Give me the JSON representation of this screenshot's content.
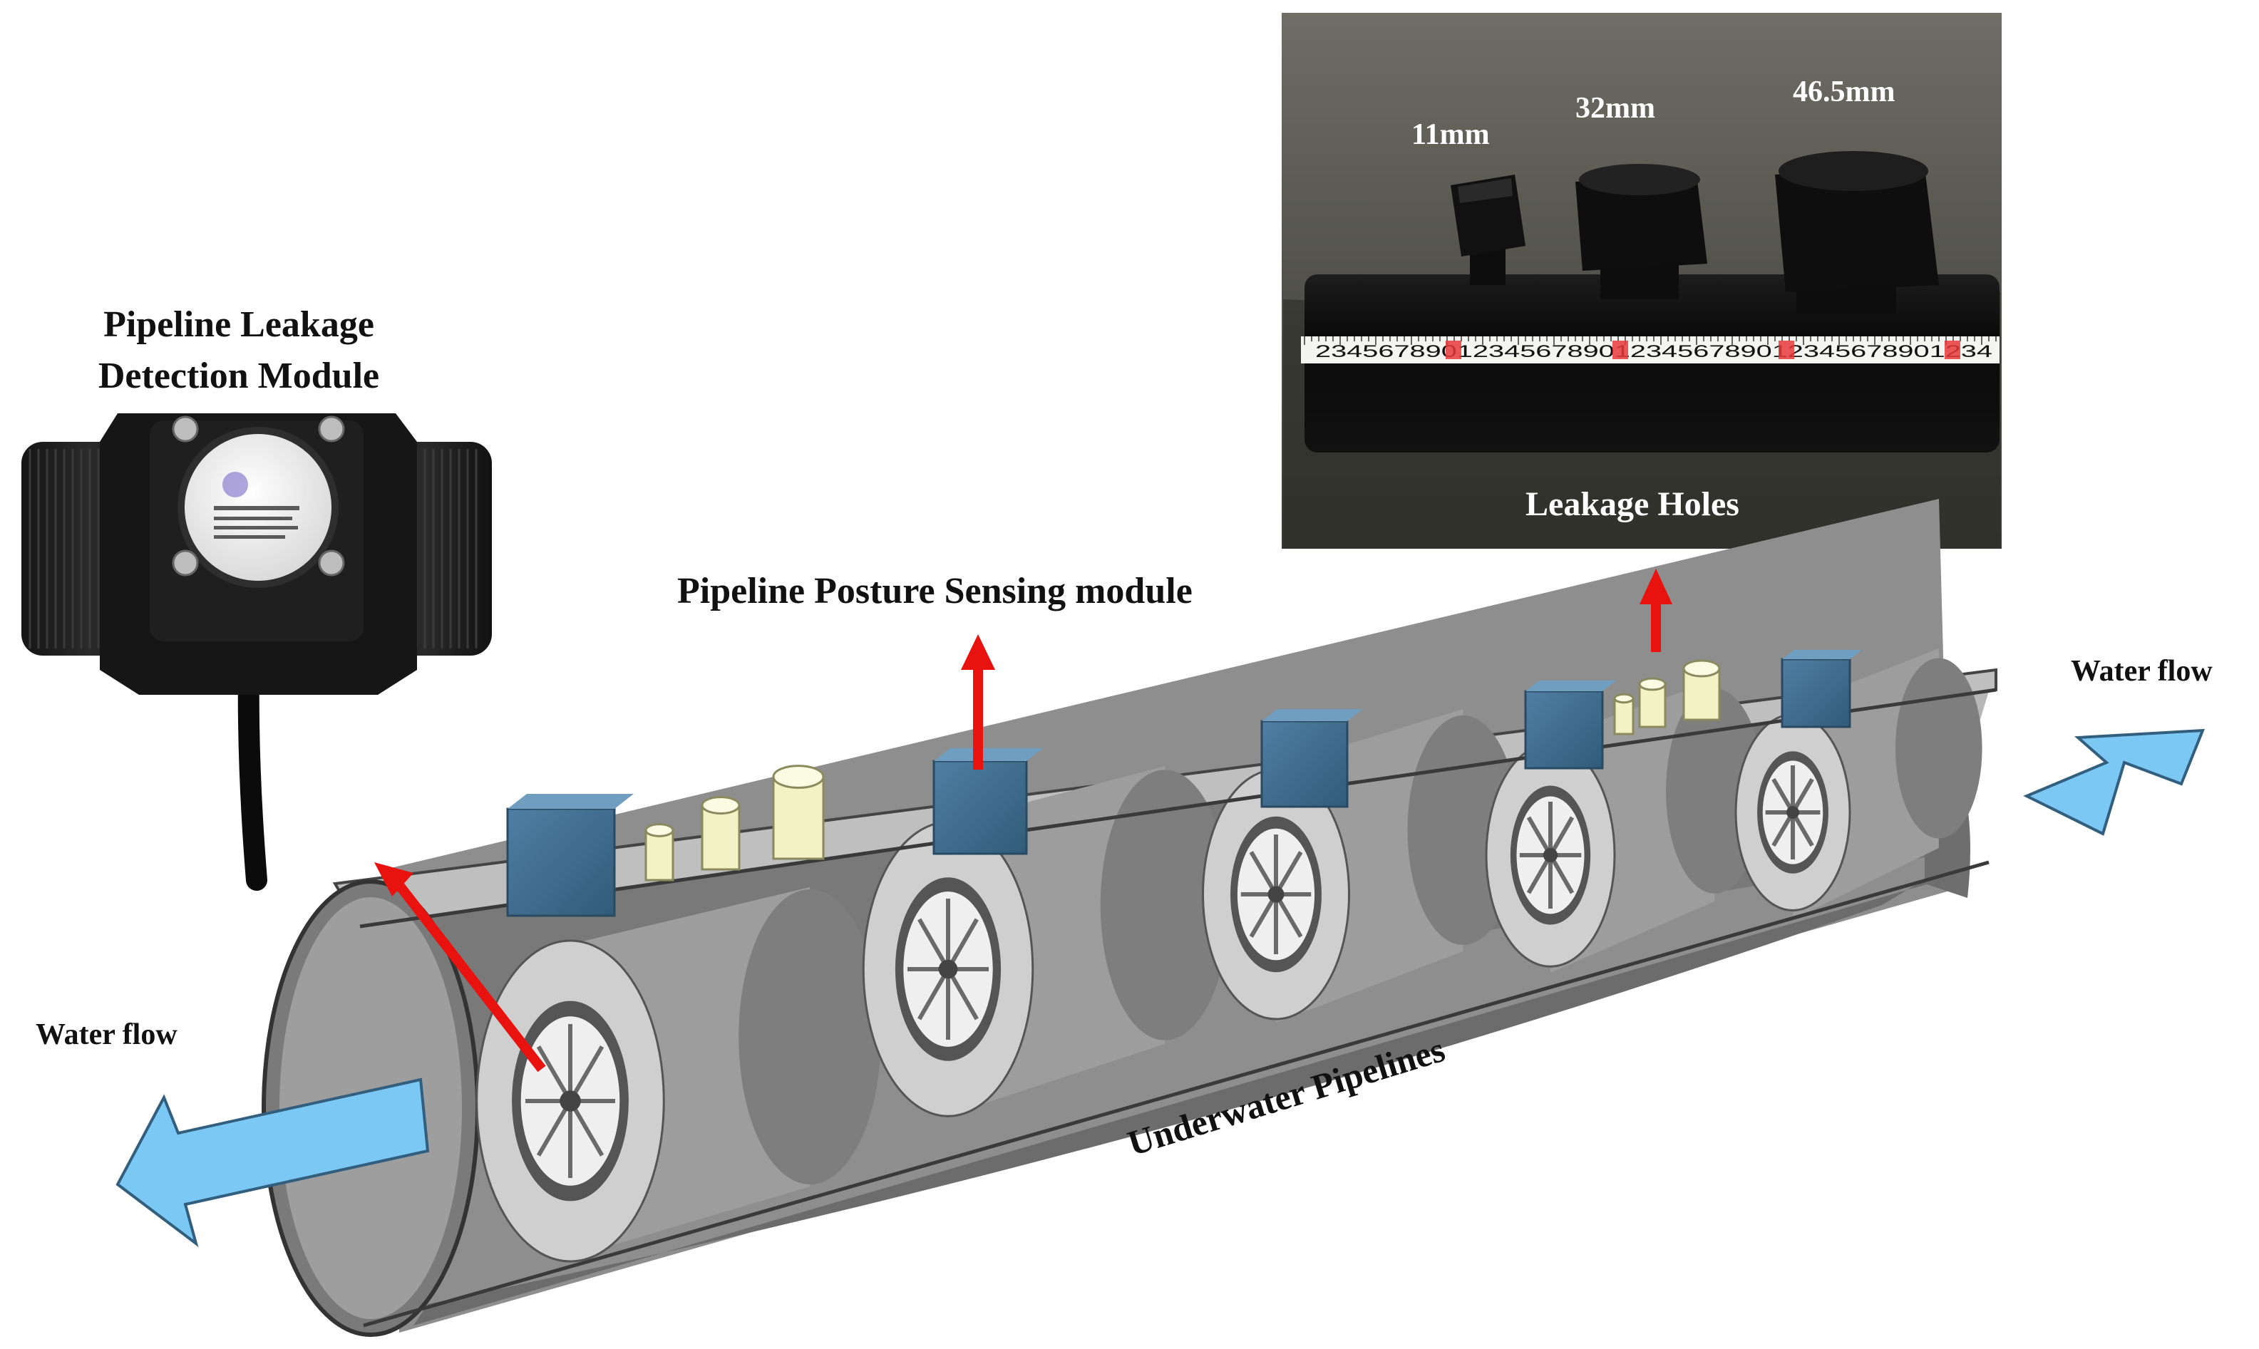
{
  "labels": {
    "leakage_module_line1": "Pipeline Leakage",
    "leakage_module_line2": "Detection Module",
    "posture_module": "Pipeline Posture Sensing module",
    "water_flow_in": "Water flow",
    "water_flow_out": "Water flow",
    "underwater_pipelines": "Underwater Pipelines",
    "leakage_holes": "Leakage Holes"
  },
  "hole_diameters": [
    "11mm",
    "32mm",
    "46.5mm"
  ],
  "tape_digits": "2345678901234567890123456789012345678901234",
  "colors": {
    "pipe_gray": "#9a9a9a",
    "pipe_dark": "#5e5e5e",
    "turbine_light": "#d0d0d0",
    "sensor_blue": "#3f6f92",
    "hole_pale_yellow": "#f2f2c6",
    "flow_arrow_blue": "#7cc8f5",
    "pointer_red": "#e8120e"
  }
}
